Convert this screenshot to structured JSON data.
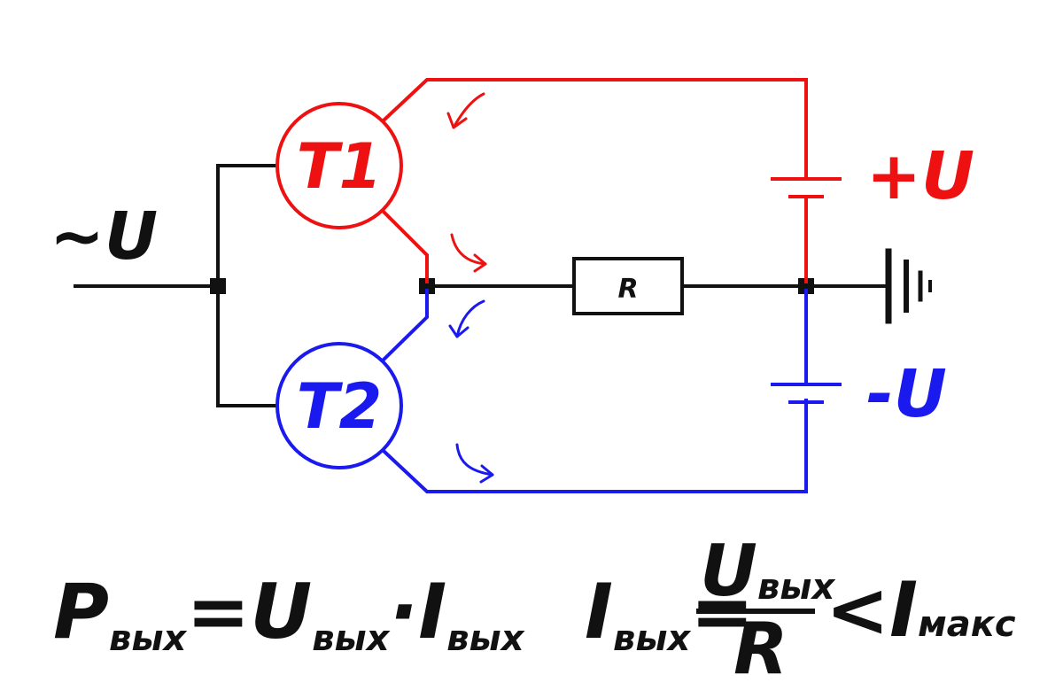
{
  "colors": {
    "black": "#111111",
    "red": "#ee1111",
    "blue": "#1a1aee",
    "background": "#ffffff"
  },
  "input": {
    "label": "~U"
  },
  "transistors": [
    {
      "label": "T1",
      "color": "#ee1111"
    },
    {
      "label": "T2",
      "color": "#1a1aee"
    }
  ],
  "resistor": {
    "label": "R"
  },
  "supplies": [
    {
      "label": "+U",
      "color": "#ee1111"
    },
    {
      "label": "-U",
      "color": "#1a1aee"
    }
  ],
  "ground": {
    "icon": "ground-icon"
  },
  "formulas": {
    "power": {
      "P": "P",
      "P_sub": "вых",
      "eq": "=",
      "U": "U",
      "U_sub": "вых",
      "dot": "·",
      "I": "I",
      "I_sub": "вых"
    },
    "current": {
      "I": "I",
      "I_sub": "вых",
      "eq": "=",
      "num": "U",
      "num_sub": "вых",
      "den": "R",
      "lt": "<",
      "Imax": "I",
      "Imax_sub": "макс"
    }
  }
}
